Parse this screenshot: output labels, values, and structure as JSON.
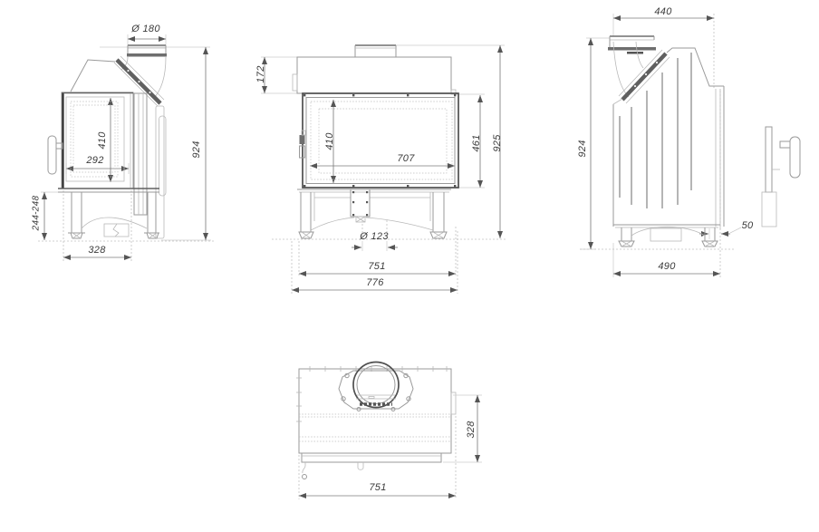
{
  "drawing": {
    "kind": "technical-dimension-drawing",
    "colors": {
      "background": "#ffffff",
      "line": "#9a9a9a",
      "dark_line": "#555555",
      "dim_text": "#3a3a3a"
    },
    "views": {
      "side_left": {
        "dims": {
          "flue_diameter": "Ø 180",
          "glass_height": "410",
          "glass_width": "292",
          "base_height": "244-248",
          "base_depth": "328",
          "total_height": "924"
        }
      },
      "front": {
        "dims": {
          "hood_height": "172",
          "glass_height": "410",
          "glass_width": "707",
          "door_height": "461",
          "total_height": "925",
          "air_inlet_diameter": "Ø 123",
          "body_width": "751",
          "total_width": "776"
        }
      },
      "side_right": {
        "dims": {
          "top_depth": "440",
          "total_height": "924",
          "front_offset": "50",
          "base_depth": "490"
        }
      },
      "top": {
        "dims": {
          "depth": "328",
          "width": "751"
        }
      }
    }
  }
}
